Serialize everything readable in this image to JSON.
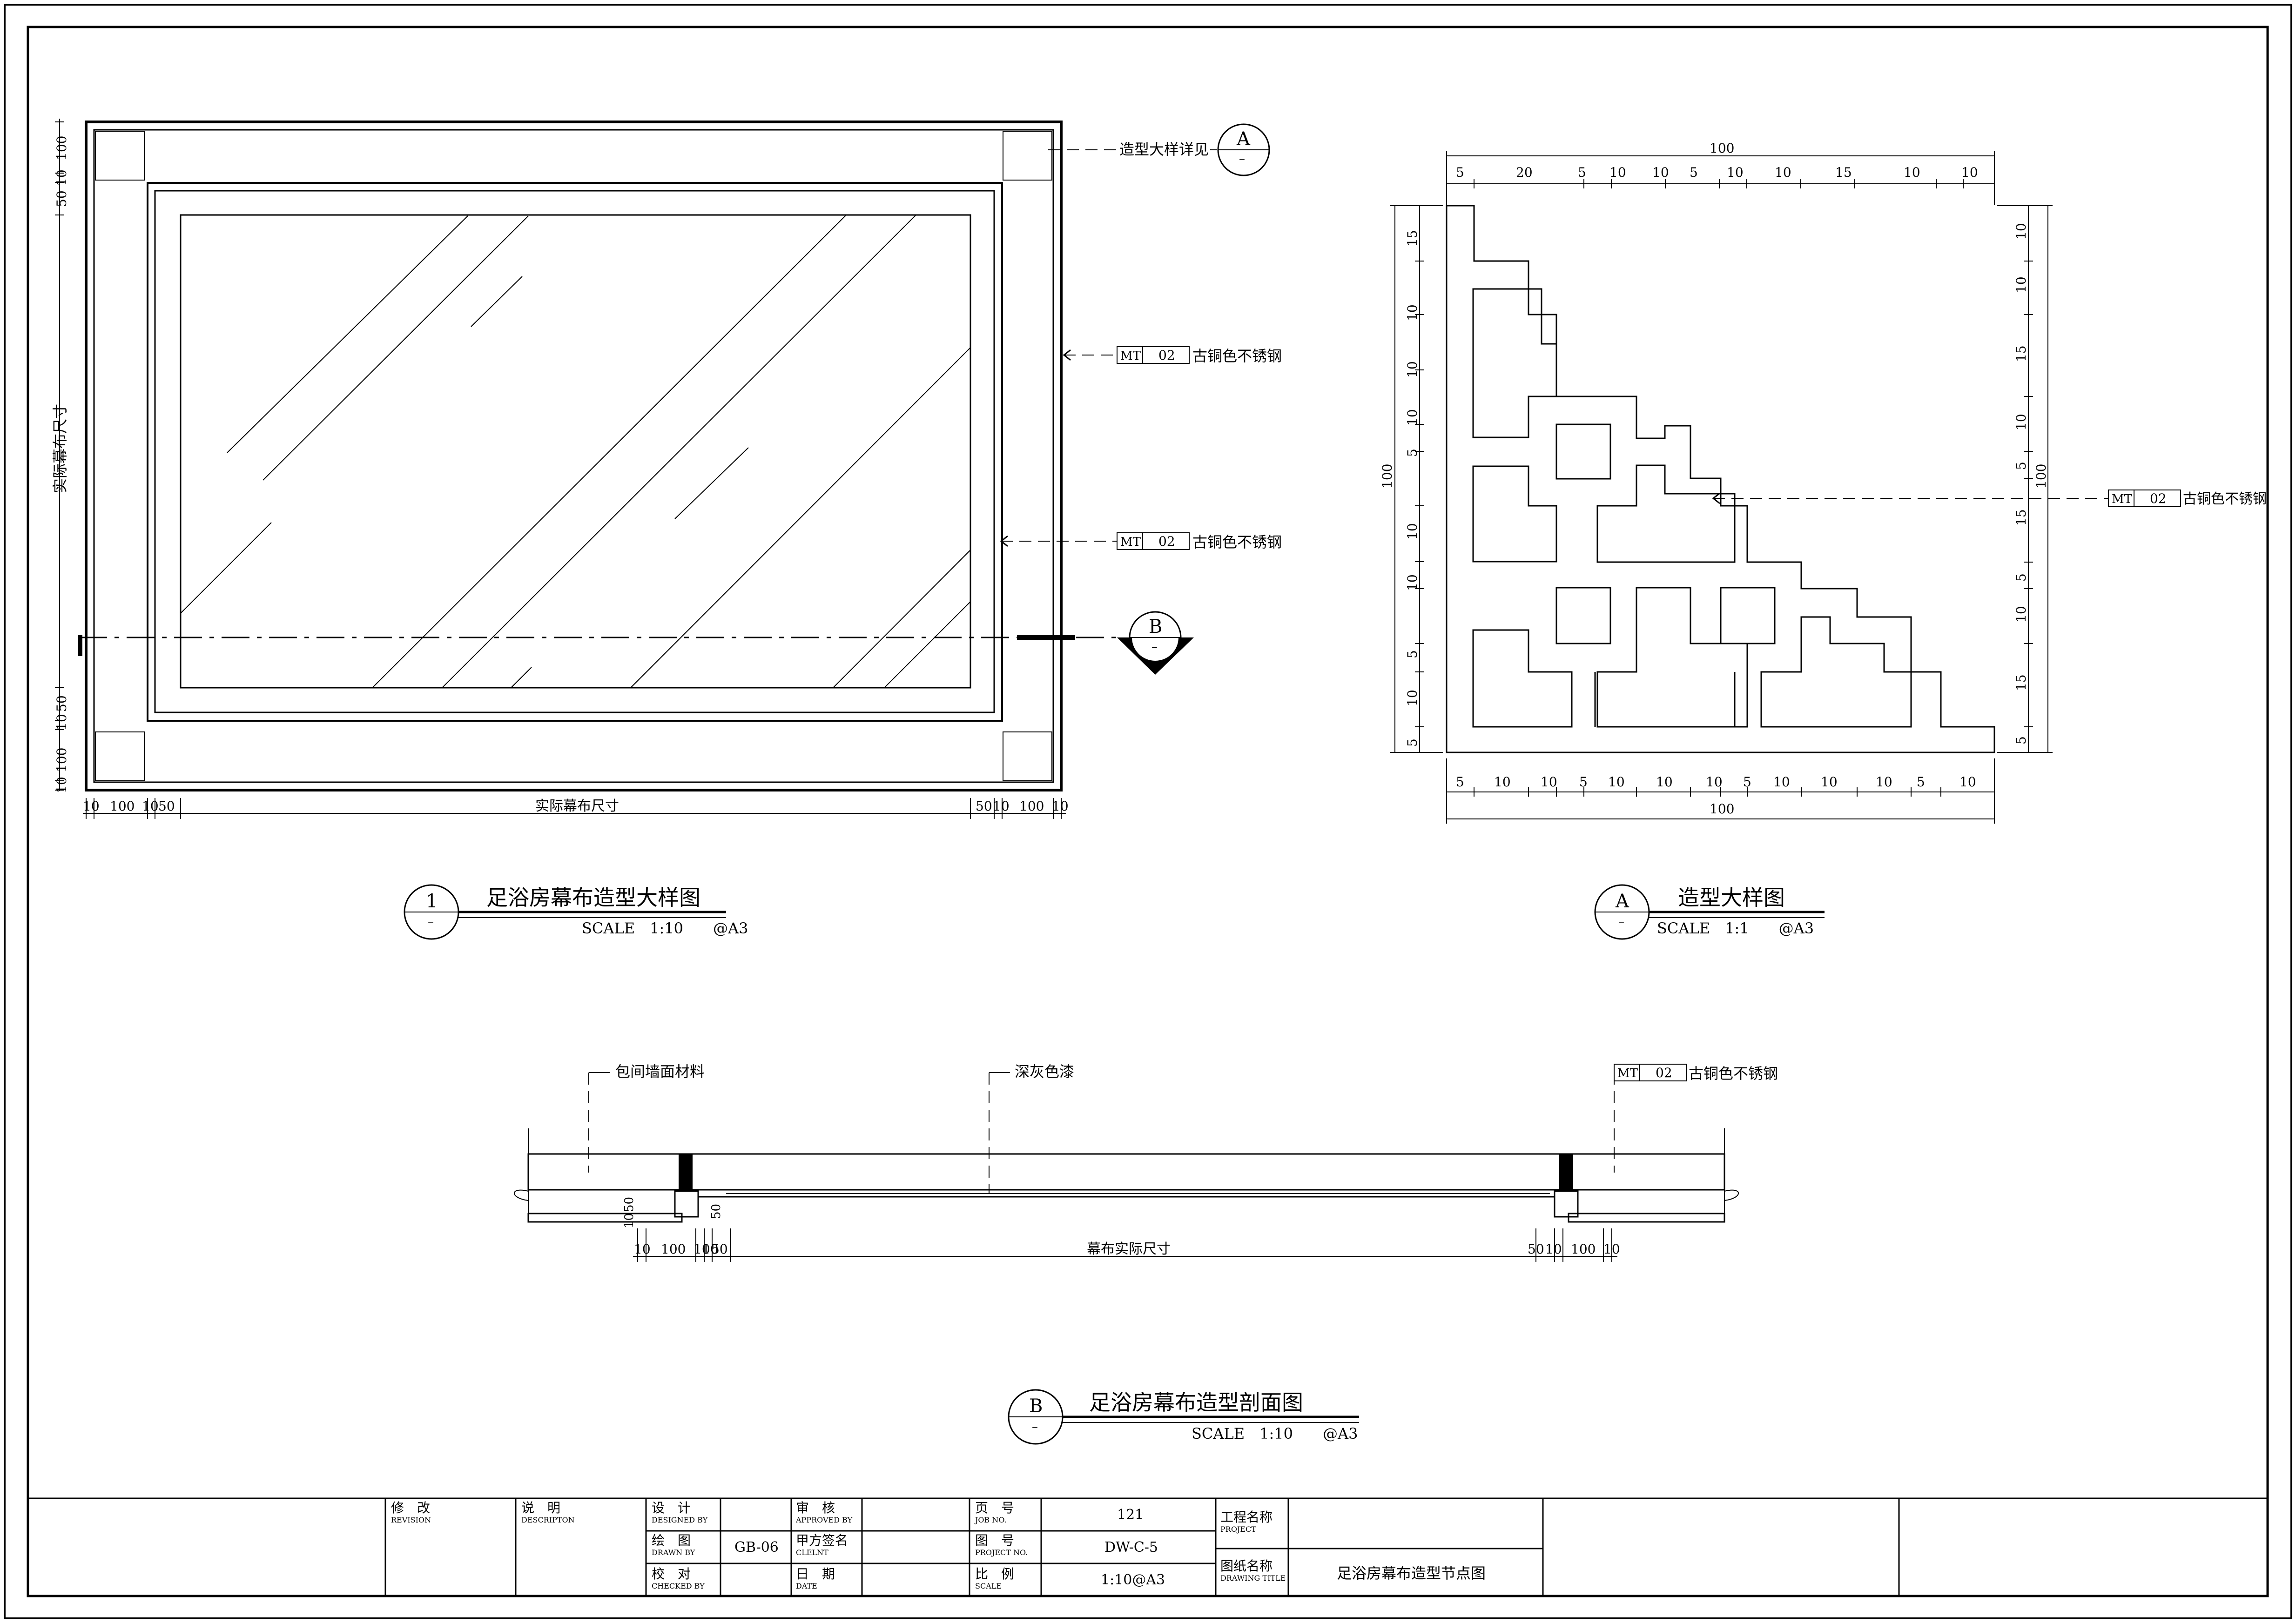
{
  "colors": {
    "line": "#000000",
    "background": "#ffffff"
  },
  "detail1": {
    "dims_top_left_vertical": [
      "100",
      "10",
      "50"
    ],
    "dims_bottom_left_vertical": [
      "50",
      "10",
      "100",
      "10"
    ],
    "height_label": "实际幕布尺寸",
    "dims_bottom": [
      "10",
      "100",
      "10",
      "50",
      "实际幕布尺寸",
      "50",
      "10",
      "100",
      "10"
    ],
    "leader_detail": "造型大样详见",
    "leader_mt_upper": {
      "code": "MT",
      "num": "02",
      "desc": "古铜色不锈钢"
    },
    "leader_mt_lower": {
      "code": "MT",
      "num": "02",
      "desc": "古铜色不锈钢"
    },
    "callout_a": {
      "letter": "A",
      "sub": "–"
    },
    "callout_b": {
      "letter": "B",
      "sub": "–"
    },
    "title_block": {
      "num": "1",
      "sub": "–",
      "title": "足浴房幕布造型大样图",
      "scale": "SCALE　1:10　　@A3"
    }
  },
  "detailA": {
    "top_total": "100",
    "top_dims": [
      "5",
      "20",
      "5",
      "10",
      "10",
      "5",
      "10",
      "10",
      "15",
      "10",
      "10"
    ],
    "bottom_total": "100",
    "bottom_dims": [
      "5",
      "10",
      "10",
      "5",
      "10",
      "10",
      "10",
      "5",
      "10",
      "10",
      "10",
      "5",
      "10"
    ],
    "left_total": "100",
    "left_dims": [
      "15",
      "10",
      "10",
      "10",
      "5",
      "10",
      "10",
      "5",
      "10",
      "5"
    ],
    "right_total": "100",
    "right_dims": [
      "10",
      "10",
      "15",
      "10",
      "5",
      "15",
      "5",
      "10",
      "15",
      "5"
    ],
    "leader_mt": {
      "code": "MT",
      "num": "02",
      "desc": "古铜色不锈钢"
    },
    "title_block": {
      "num": "A",
      "sub": "–",
      "title": "造型大样图",
      "scale": "SCALE　1:1　　@A3"
    }
  },
  "sectionB": {
    "label_left": "包间墙面材料",
    "label_mid": "深灰色漆",
    "leader_mt": {
      "code": "MT",
      "num": "02",
      "desc": "古铜色不锈钢"
    },
    "vertical_dims": [
      "10",
      "50",
      "50"
    ],
    "dims_bottom": [
      "10",
      "100",
      "10",
      "10",
      "50",
      "幕布实际尺寸",
      "50",
      "10",
      "100",
      "10"
    ],
    "title_block": {
      "num": "B",
      "sub": "–",
      "title": "足浴房幕布造型剖面图",
      "scale": "SCALE　1:10　　@A3"
    }
  },
  "titleblock": {
    "revision_cn": "修　改",
    "revision_en": "REVISION",
    "description_cn": "说　明",
    "description_en": "DESCRIPTON",
    "designed_cn": "设　计",
    "designed_en": "DESIGNED BY",
    "approved_cn": "审　核",
    "approved_en": "APPROVED BY",
    "drawn_cn": "绘　图",
    "drawn_en": "DRAWN BY",
    "drawn_value": "GB-06",
    "client_cn": "甲方签名",
    "client_en": "CLELNT",
    "checked_cn": "校　对",
    "checked_en": "CHECKED BY",
    "date_cn": "日　期",
    "date_en": "DATE",
    "job_cn": "页　号",
    "job_en": "JOB NO.",
    "job_value": "121",
    "project_no_cn": "图　号",
    "project_no_en": "PROJECT NO.",
    "project_no_value": "DW-C-5",
    "scale_cn": "比　例",
    "scale_en": "SCALE",
    "scale_value": "1:10@A3",
    "project_cn": "工程名称",
    "project_en": "PROJECT",
    "drawing_title_cn": "图纸名称",
    "drawing_title_en": "DRAWING TITLE",
    "drawing_title_value": "足浴房幕布造型节点图"
  }
}
